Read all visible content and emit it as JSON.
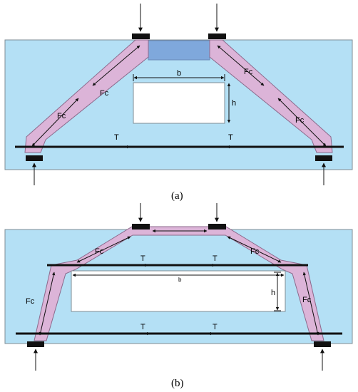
{
  "colors": {
    "beam": "#b4e0f5",
    "beam_edge": "#7f8c94",
    "strut": "#dcb4d8",
    "strut_edge": "#8c6a8c",
    "plate": "#111111",
    "node_fill": "#7fa8dc",
    "opening": "#ffffff",
    "tie": "#111111"
  },
  "figure_a": {
    "caption": "(a)",
    "strut_label_left_upper": "Fc",
    "strut_label_left_lower": "Fc",
    "strut_label_right_upper": "Fc",
    "strut_label_right_lower": "Fc",
    "tie_label_left": "T",
    "tie_label_right": "T",
    "opening_width_label": "b",
    "opening_height_label": "h"
  },
  "figure_b": {
    "caption": "(b)",
    "strut_label_left_upper": "Fc",
    "strut_label_left_lower": "Fc",
    "strut_label_right_upper": "Fc",
    "strut_label_right_lower": "Fc",
    "top_tie_label_left": "T",
    "top_tie_label_right": "T",
    "bottom_tie_label_left": "T",
    "bottom_tie_label_right": "T",
    "opening_width_label": "b",
    "opening_height_label": "h"
  }
}
